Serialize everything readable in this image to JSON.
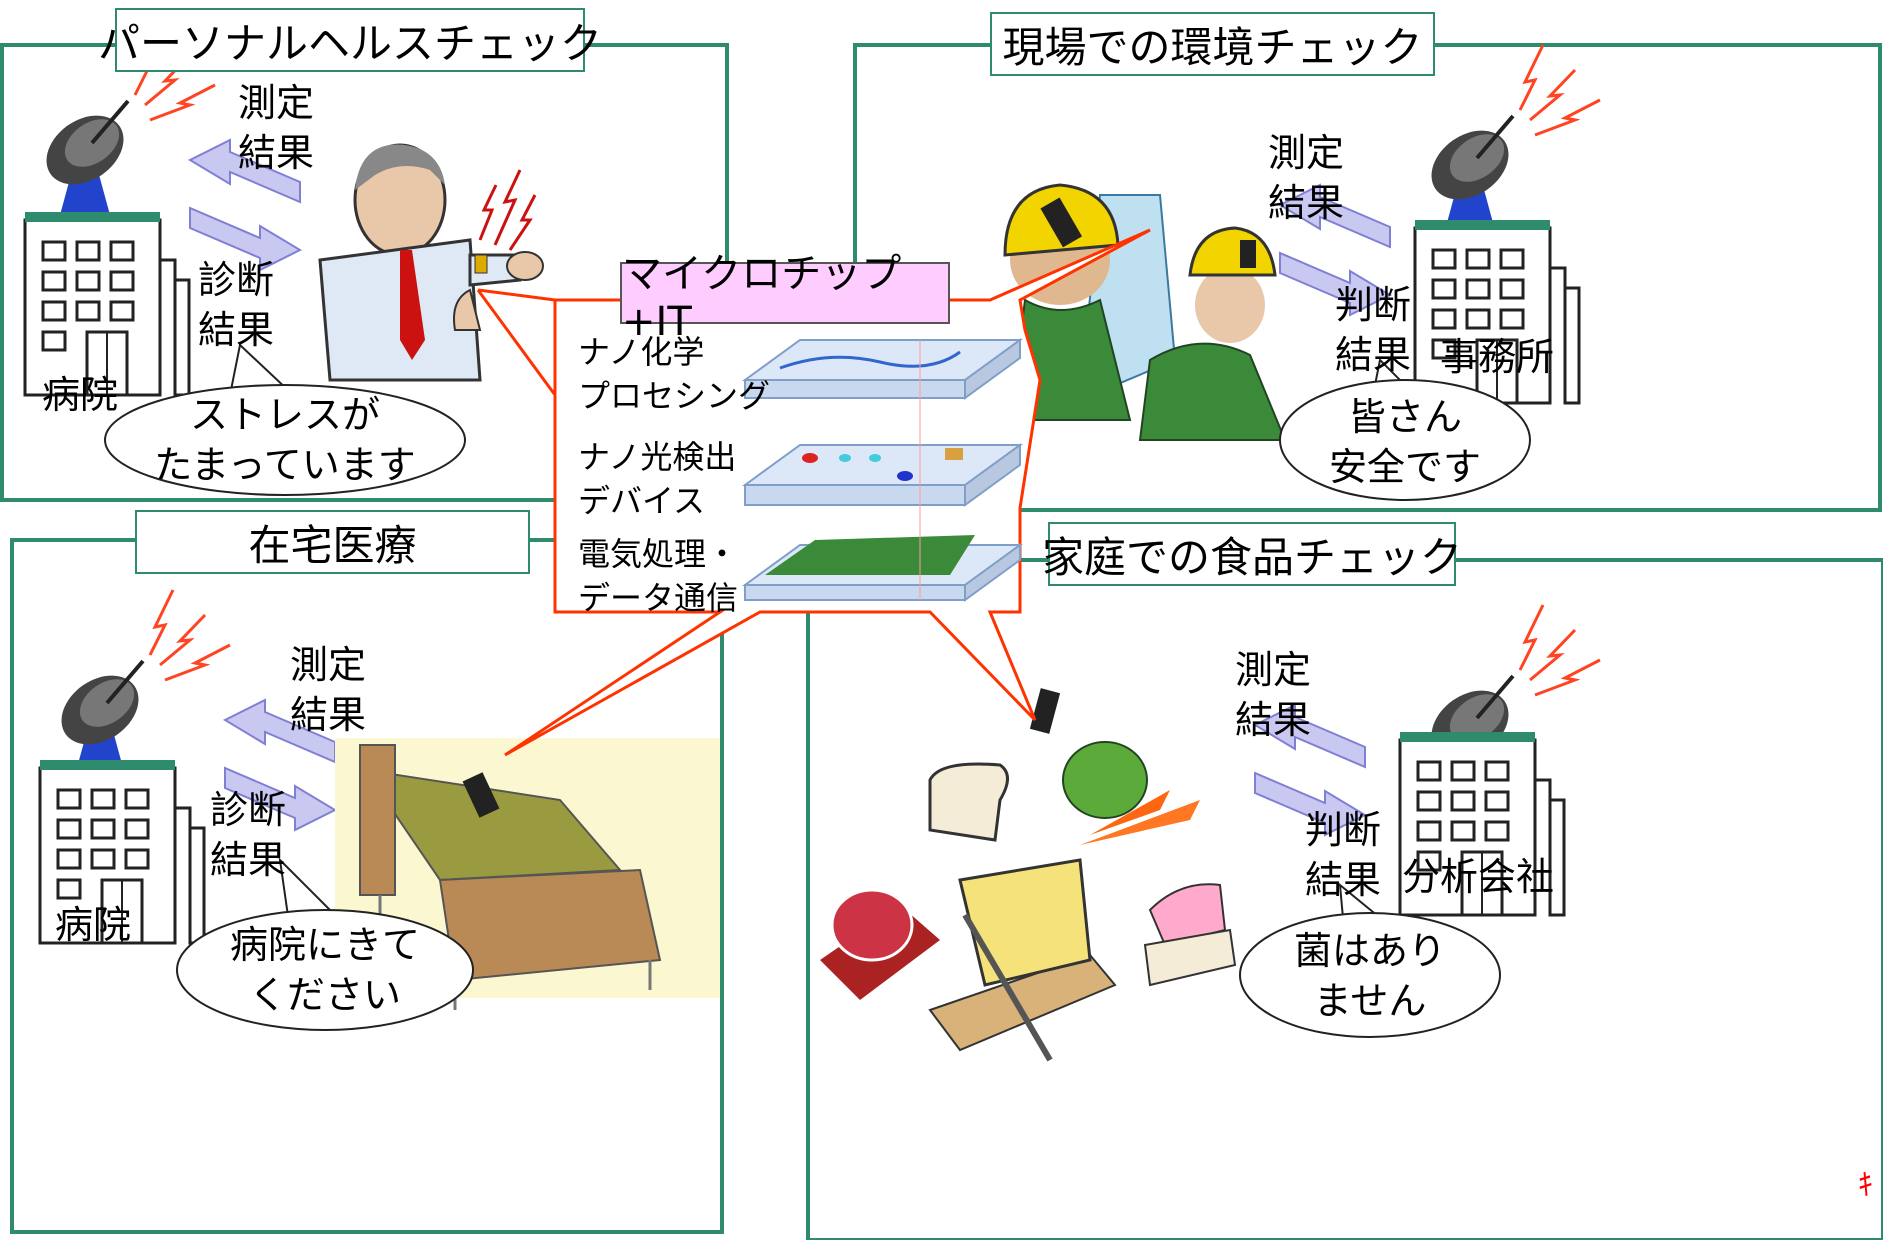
{
  "panels": {
    "personal": {
      "title": "パーソナルヘルスチェック",
      "place": "病院",
      "arrow_up_label": [
        "測定",
        "結果"
      ],
      "arrow_down_label": [
        "診断",
        "結果"
      ],
      "bubble": [
        "ストレスが",
        "たまっています"
      ]
    },
    "field": {
      "title": "現場での環境チェック",
      "place": "事務所",
      "arrow_up_label": [
        "測定",
        "結果"
      ],
      "arrow_down_label": [
        "判断",
        "結果"
      ],
      "bubble": [
        "皆さん",
        "安全です"
      ]
    },
    "home_care": {
      "title": "在宅医療",
      "place": "病院",
      "arrow_up_label": [
        "測定",
        "結果"
      ],
      "arrow_down_label": [
        "診断",
        "結果"
      ],
      "bubble": [
        "病院にきて",
        "ください"
      ]
    },
    "food": {
      "title": "家庭での食品チェック",
      "place": "分析会社",
      "arrow_up_label": [
        "測定",
        "結果"
      ],
      "arrow_down_label": [
        "判断",
        "結果"
      ],
      "bubble": [
        "菌はあり",
        "ません"
      ]
    }
  },
  "hub": {
    "title": "マイクロチップ+IT",
    "layers": [
      [
        "ナノ化学",
        "プロセシング"
      ],
      [
        "ナノ光検出",
        "デバイス"
      ],
      [
        "電気処理・",
        "データ通信"
      ]
    ]
  },
  "corner_mark": "ｷ",
  "colors": {
    "frame": "#2e8b6e",
    "hub_bg": "#ffccff",
    "callout_line": "#ff3300",
    "arrow_fill": "#c8c8f0",
    "arrow_stroke": "#7f7fd4",
    "lightning": "#ff3300"
  }
}
